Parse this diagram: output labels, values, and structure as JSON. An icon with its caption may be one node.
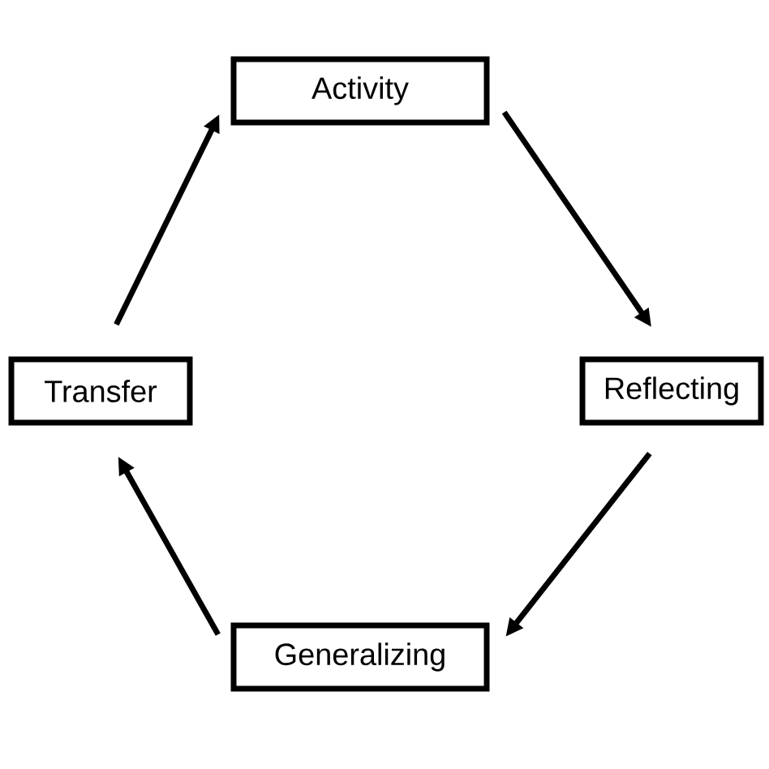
{
  "diagram": {
    "nodes": [
      {
        "text": [
          "Activity"
        ]
      },
      {
        "text": [
          "Reflecting"
        ]
      },
      {
        "text": [
          "Generalizing"
        ]
      },
      {
        "text": [
          "Transfer"
        ]
      }
    ],
    "edges": [
      {
        "from": 3,
        "to": 0,
        "arrow": "to"
      },
      {
        "from": 0,
        "to": 1,
        "arrow": "to"
      },
      {
        "from": 1,
        "to": 2,
        "arrow": "to"
      },
      {
        "from": 2,
        "to": 3,
        "arrow": "to"
      }
    ]
  }
}
